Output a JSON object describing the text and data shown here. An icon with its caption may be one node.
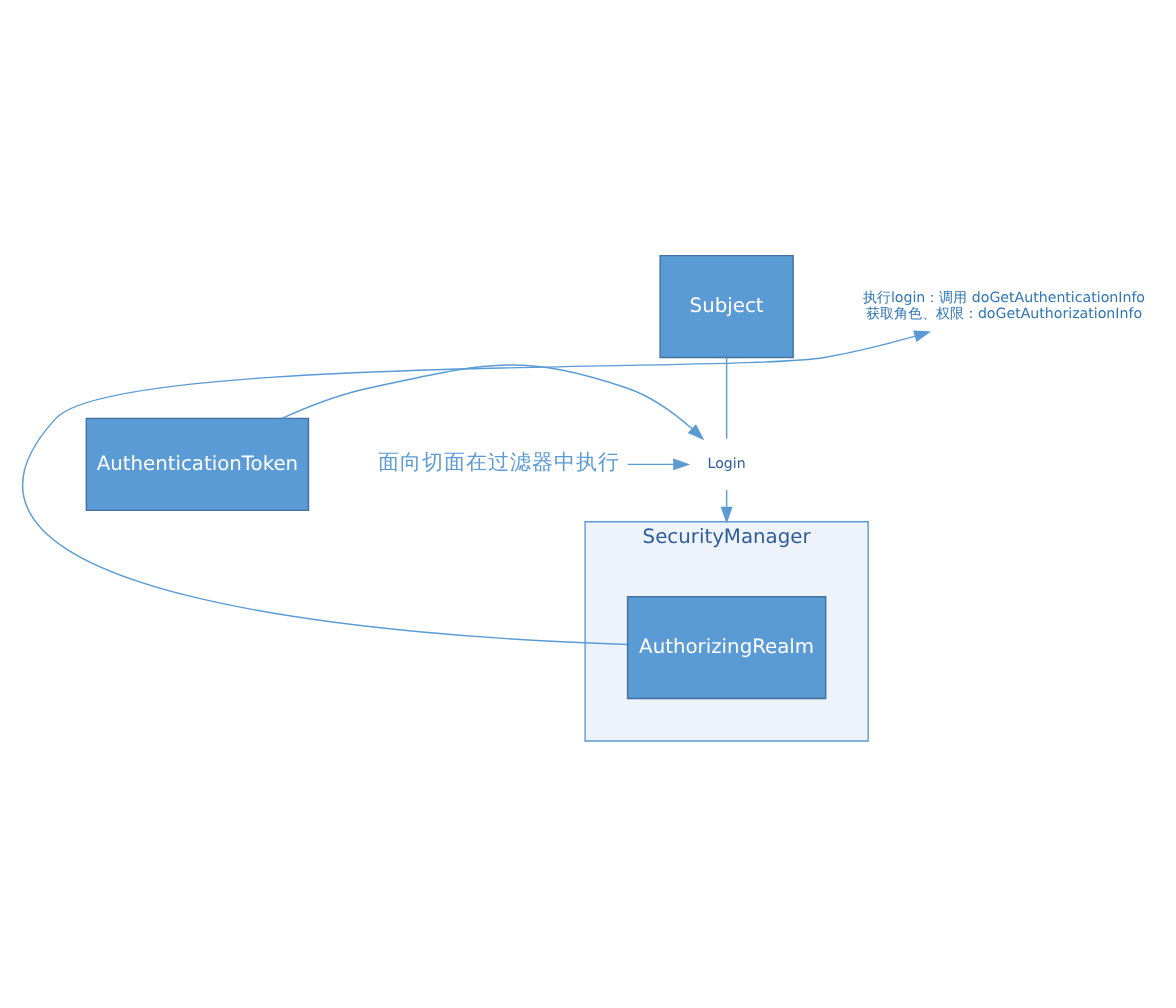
{
  "diagram": {
    "nodes": [
      {
        "text": [
          "Subject"
        ]
      },
      {
        "text": [
          "Login"
        ]
      },
      {
        "text": [
          "AuthenticationToken"
        ]
      },
      {
        "text": [
          "面向切面在过滤器中执行"
        ]
      },
      {
        "text": [
          "SecurityManager"
        ]
      },
      {
        "text": [
          "AuthorizingRealm"
        ],
        "in": 4
      },
      {
        "text": [
          "执行login：调用 doGetAuthenticationInfo",
          "获取角色、权限：doGetAuthorizationInfo"
        ]
      }
    ],
    "edges": [
      {
        "from": 0,
        "to": 1,
        "arrow": "none"
      },
      {
        "from": 1,
        "to": 4,
        "arrow": "to"
      },
      {
        "from": 2,
        "to": 1,
        "arrow": "to"
      },
      {
        "from": 3,
        "to": 1,
        "arrow": "to"
      },
      {
        "from": 5,
        "to": 6,
        "arrow": "to"
      }
    ]
  }
}
